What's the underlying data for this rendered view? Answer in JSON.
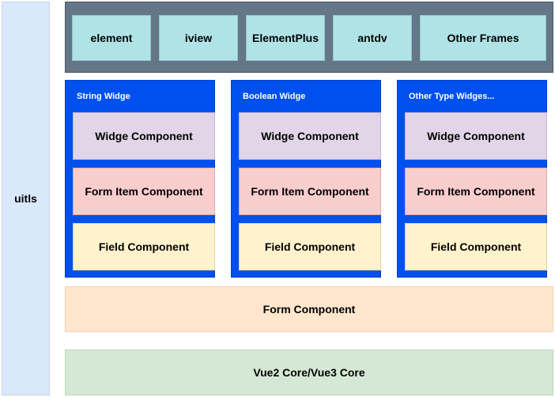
{
  "utils_label": "uitls",
  "frames": [
    "element",
    "iview",
    "ElementPlus",
    "antdv",
    "Other Frames"
  ],
  "widge_groups": [
    {
      "title": "String Widge",
      "widge": "Widge Component",
      "form_item": "Form Item Component",
      "field": "Field Component"
    },
    {
      "title": "Boolean Widge",
      "widge": "Widge Component",
      "form_item": "Form Item Component",
      "field": "Field Component"
    },
    {
      "title": "Other Type Widges...",
      "widge": "Widge Component",
      "form_item": "Form Item Component",
      "field": "Field Component"
    }
  ],
  "form_component": "Form Component",
  "core": "Vue2 Core/Vue3 Core",
  "colors": {
    "utils": "#dae8fc",
    "frames_bar": "#647687",
    "frame": "#b0e3e6",
    "widge_group": "#0050ef",
    "widge_component": "#e1d5e7",
    "form_item_component": "#f8cecc",
    "field_component": "#fff2cc",
    "form_component": "#ffe6cc",
    "core": "#d5e8d4"
  }
}
